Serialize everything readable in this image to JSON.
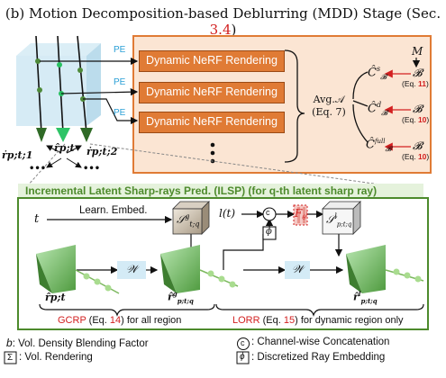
{
  "title": {
    "text": "(b) Motion Decomposition-based Deblurring (MDD) Stage (Sec. ",
    "ref": "3.4",
    "close": ")"
  },
  "pe_label": "PE",
  "nerf_boxes": [
    "Dynamic NeRF Rendering",
    "Dynamic NeRF Rendering",
    "Dynamic NeRF Rendering"
  ],
  "ray_labels": {
    "r1": "ṙp;t;1",
    "r": "r̂p;t",
    "r2": "ṙp;t;2",
    "dots": "•••"
  },
  "avg": {
    "label": "Avg.𝒜",
    "eq": "(Eq. 7)"
  },
  "outputs": {
    "M": "M",
    "cs": "Ĉ",
    "cs_sup": "s",
    "cs_sub": "𝓑",
    "cd": "Ĉ",
    "cd_sup": "d",
    "cd_sub": "𝓑",
    "cf": "Ĉ",
    "cf_sup": "full",
    "cf_sub": "𝓑",
    "B": "𝓑",
    "eq11": {
      "pre": "(Eq. ",
      "n": "11",
      "post": ")"
    },
    "eq10a": {
      "pre": "(Eq. ",
      "n": "10",
      "post": ")"
    },
    "eq10b": {
      "pre": "(Eq. ",
      "n": "10",
      "post": ")"
    }
  },
  "ilsp": {
    "title": "Incremental Latent Sharp-rays Pred. (ILSP) (for q-th latent sharp ray)",
    "t": "t",
    "learn_embed": "Learn. Embed.",
    "s_g": "𝒮",
    "s_g_sup": "g",
    "s_g_sub": "t;q",
    "l_t": "l(t)",
    "c": "c",
    "phi": "ϕ",
    "F": "F",
    "F_sub": "θ",
    "F_sub2": "l",
    "s_l": "𝒮",
    "s_l_sup": "l",
    "s_l_sub": "p;t;q",
    "W": "𝒲",
    "r_pt": "r̂p;t",
    "r_g": "r̂",
    "r_g_sup": "g",
    "r_g_sub": "p;t;q",
    "r_l": "r̂",
    "r_l_sup": "l",
    "r_l_sub": "p;t;q",
    "gcrp": {
      "name": "GCRP",
      "pre": " (Eq. ",
      "n": "14",
      "post": ") for all region"
    },
    "lorr": {
      "name": "LORR",
      "pre": " (Eq. ",
      "n": "15",
      "post": ") for dynamic region only"
    }
  },
  "legend": {
    "b_sym": "b",
    "b_text": ": Vol. Density Blending Factor",
    "sigma_sym": "Σ",
    "sigma_text": ": Vol. Rendering",
    "c_sym": "c",
    "c_text": ": Channel-wise Concatenation",
    "phi_sym": "ϕ",
    "phi_text": ": Discretized Ray Embedding"
  },
  "colors": {
    "orange": "#e07b35",
    "green": "#4d8a2c",
    "blue": "#2a9fd6",
    "red": "#d22020"
  }
}
